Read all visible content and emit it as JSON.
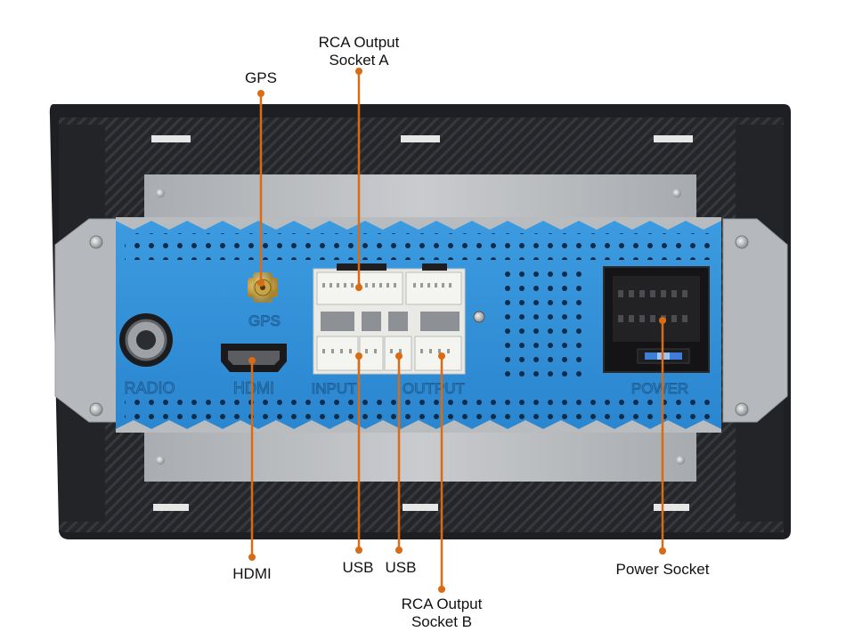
{
  "callouts": {
    "gps": "GPS",
    "rca_a_line1": "RCA Output",
    "rca_a_line2": "Socket A",
    "hdmi": "HDMI",
    "usb_1": "USB",
    "usb_2": "USB",
    "rca_b_line1": "RCA Output",
    "rca_b_line2": "Socket B",
    "power_socket": "Power Socket"
  },
  "panel_labels": {
    "radio": "RADIO",
    "hdmi": "HDMI",
    "input": "INPUT",
    "output": "OUTPUT",
    "power": "POWER",
    "gps": "GPS"
  },
  "colors": {
    "leader_line": "#d96b14",
    "housing": "#1c1d20",
    "plate_silver": "#b9bcbf",
    "blue_heatsink": "#2f8fd6",
    "connector_white": "#f1f1ee"
  },
  "icons": [
    "screw-icon",
    "gps-connector-icon",
    "radio-antenna-socket-icon",
    "hdmi-port-icon",
    "fuse-icon"
  ]
}
